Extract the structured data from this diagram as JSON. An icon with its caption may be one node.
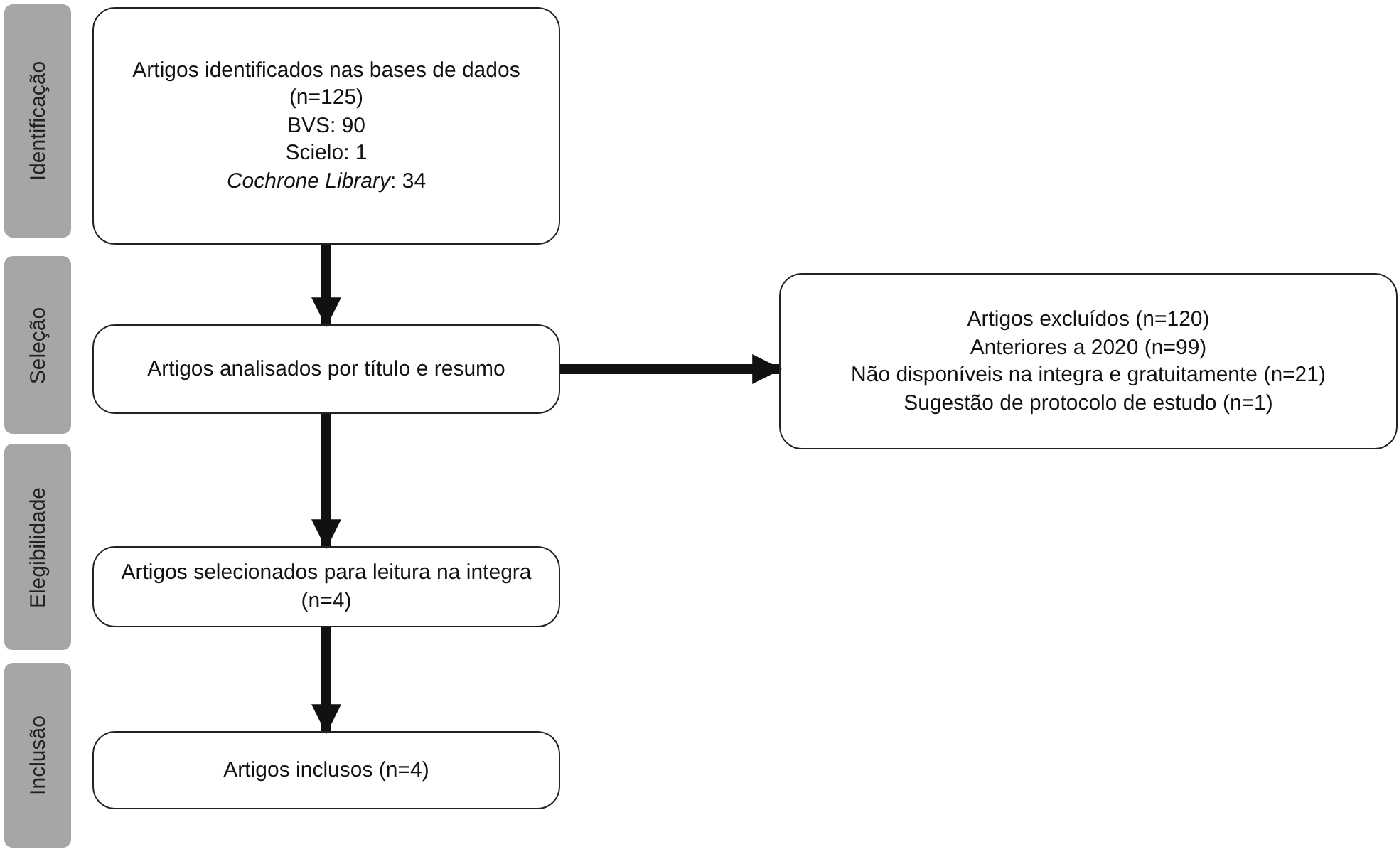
{
  "diagram": {
    "nodes": [
      {
        "text": [
          "Identificação"
        ]
      },
      {
        "text": [
          "Seleção"
        ]
      },
      {
        "text": [
          "Elegibilidade"
        ]
      },
      {
        "text": [
          "Inclusão"
        ]
      },
      {
        "text": [
          "Artigos identificados nas bases de dados (n=125)",
          "BVS: 90",
          "Scielo: 1",
          "*Cochrone Library*: 34"
        ]
      },
      {
        "text": [
          "Artigos analisados por título e resumo"
        ]
      },
      {
        "text": [
          "Artigos excluídos (n=120)",
          "Anteriores a 2020 (n=99)",
          "Não disponíveis na integra e gratuitamente (n=21)",
          "Sugestão de protocolo de estudo (n=1)"
        ]
      },
      {
        "text": [
          "Artigos selecionados para leitura na integra (n=4)"
        ]
      },
      {
        "text": [
          "Artigos inclusos (n=4)"
        ]
      }
    ],
    "edges": [
      {
        "from": 4,
        "to": 5,
        "arrow": "to"
      },
      {
        "from": 5,
        "to": 6,
        "arrow": "to"
      },
      {
        "from": 5,
        "to": 7,
        "arrow": "to"
      },
      {
        "from": 7,
        "to": 8,
        "arrow": "to"
      }
    ]
  }
}
